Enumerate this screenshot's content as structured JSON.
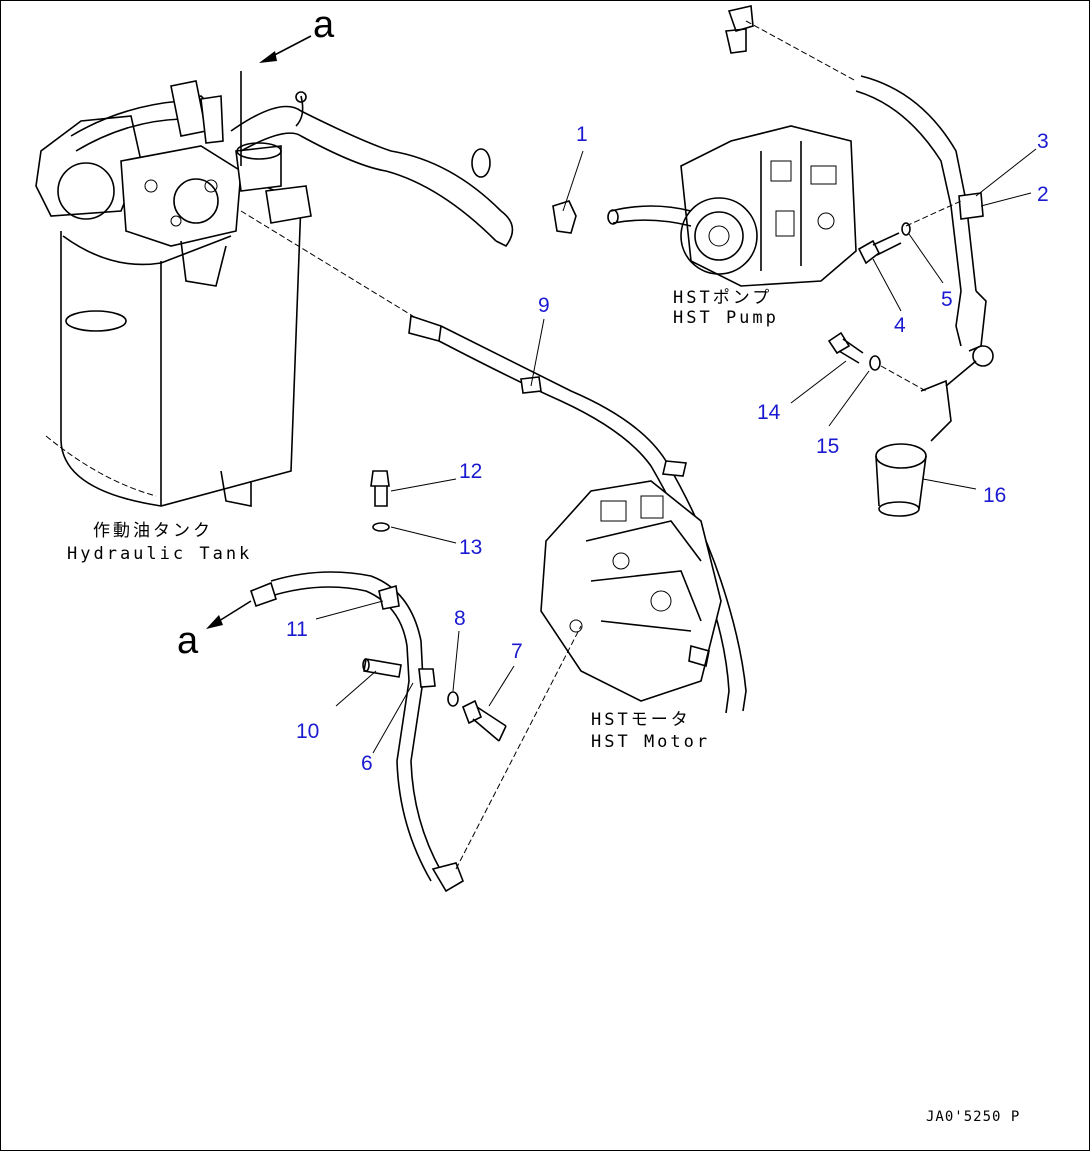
{
  "diagram": {
    "arrow_letter": "a",
    "callouts": [
      "1",
      "2",
      "3",
      "4",
      "5",
      "6",
      "7",
      "8",
      "9",
      "10",
      "11",
      "12",
      "13",
      "14",
      "15",
      "16"
    ],
    "labels": {
      "tank_jp": "作動油タンク",
      "tank_en": "Hydraulic Tank",
      "pump_jp": "HSTポンプ",
      "pump_en": "HST Pump",
      "motor_jp": "HSTモータ",
      "motor_en": "HST Motor"
    },
    "drawing_number": "JA0'5250 P",
    "colors": {
      "callout": "#1a1ad0",
      "line": "#000000",
      "background": "#ffffff"
    }
  }
}
